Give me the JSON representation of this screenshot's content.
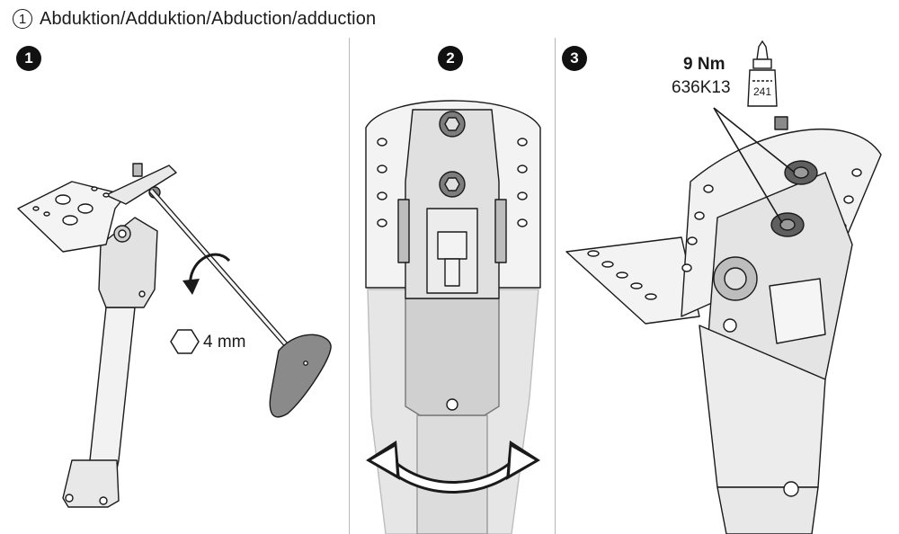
{
  "header": {
    "step_number": "1",
    "title": "Abduktion/Adduktion/Abduction/adduction"
  },
  "steps": [
    {
      "number": "1",
      "tool_label": "4 mm"
    },
    {
      "number": "2"
    },
    {
      "number": "3",
      "torque": "9 Nm",
      "adhesive": "636K13",
      "bottle_label": "241"
    }
  ],
  "colors": {
    "line": "#1a1a1a",
    "panel_divider": "#b8b8b8",
    "part_fill_light": "#ececec",
    "part_fill_mid": "#d9d9d9",
    "part_fill_dark": "#8a8a8a",
    "ghost_fill": "#e6e6e6"
  },
  "icons": [
    "hex-key-icon",
    "rotation-arrow-icon",
    "double-arrow-icon",
    "thread-locker-bottle-icon"
  ]
}
